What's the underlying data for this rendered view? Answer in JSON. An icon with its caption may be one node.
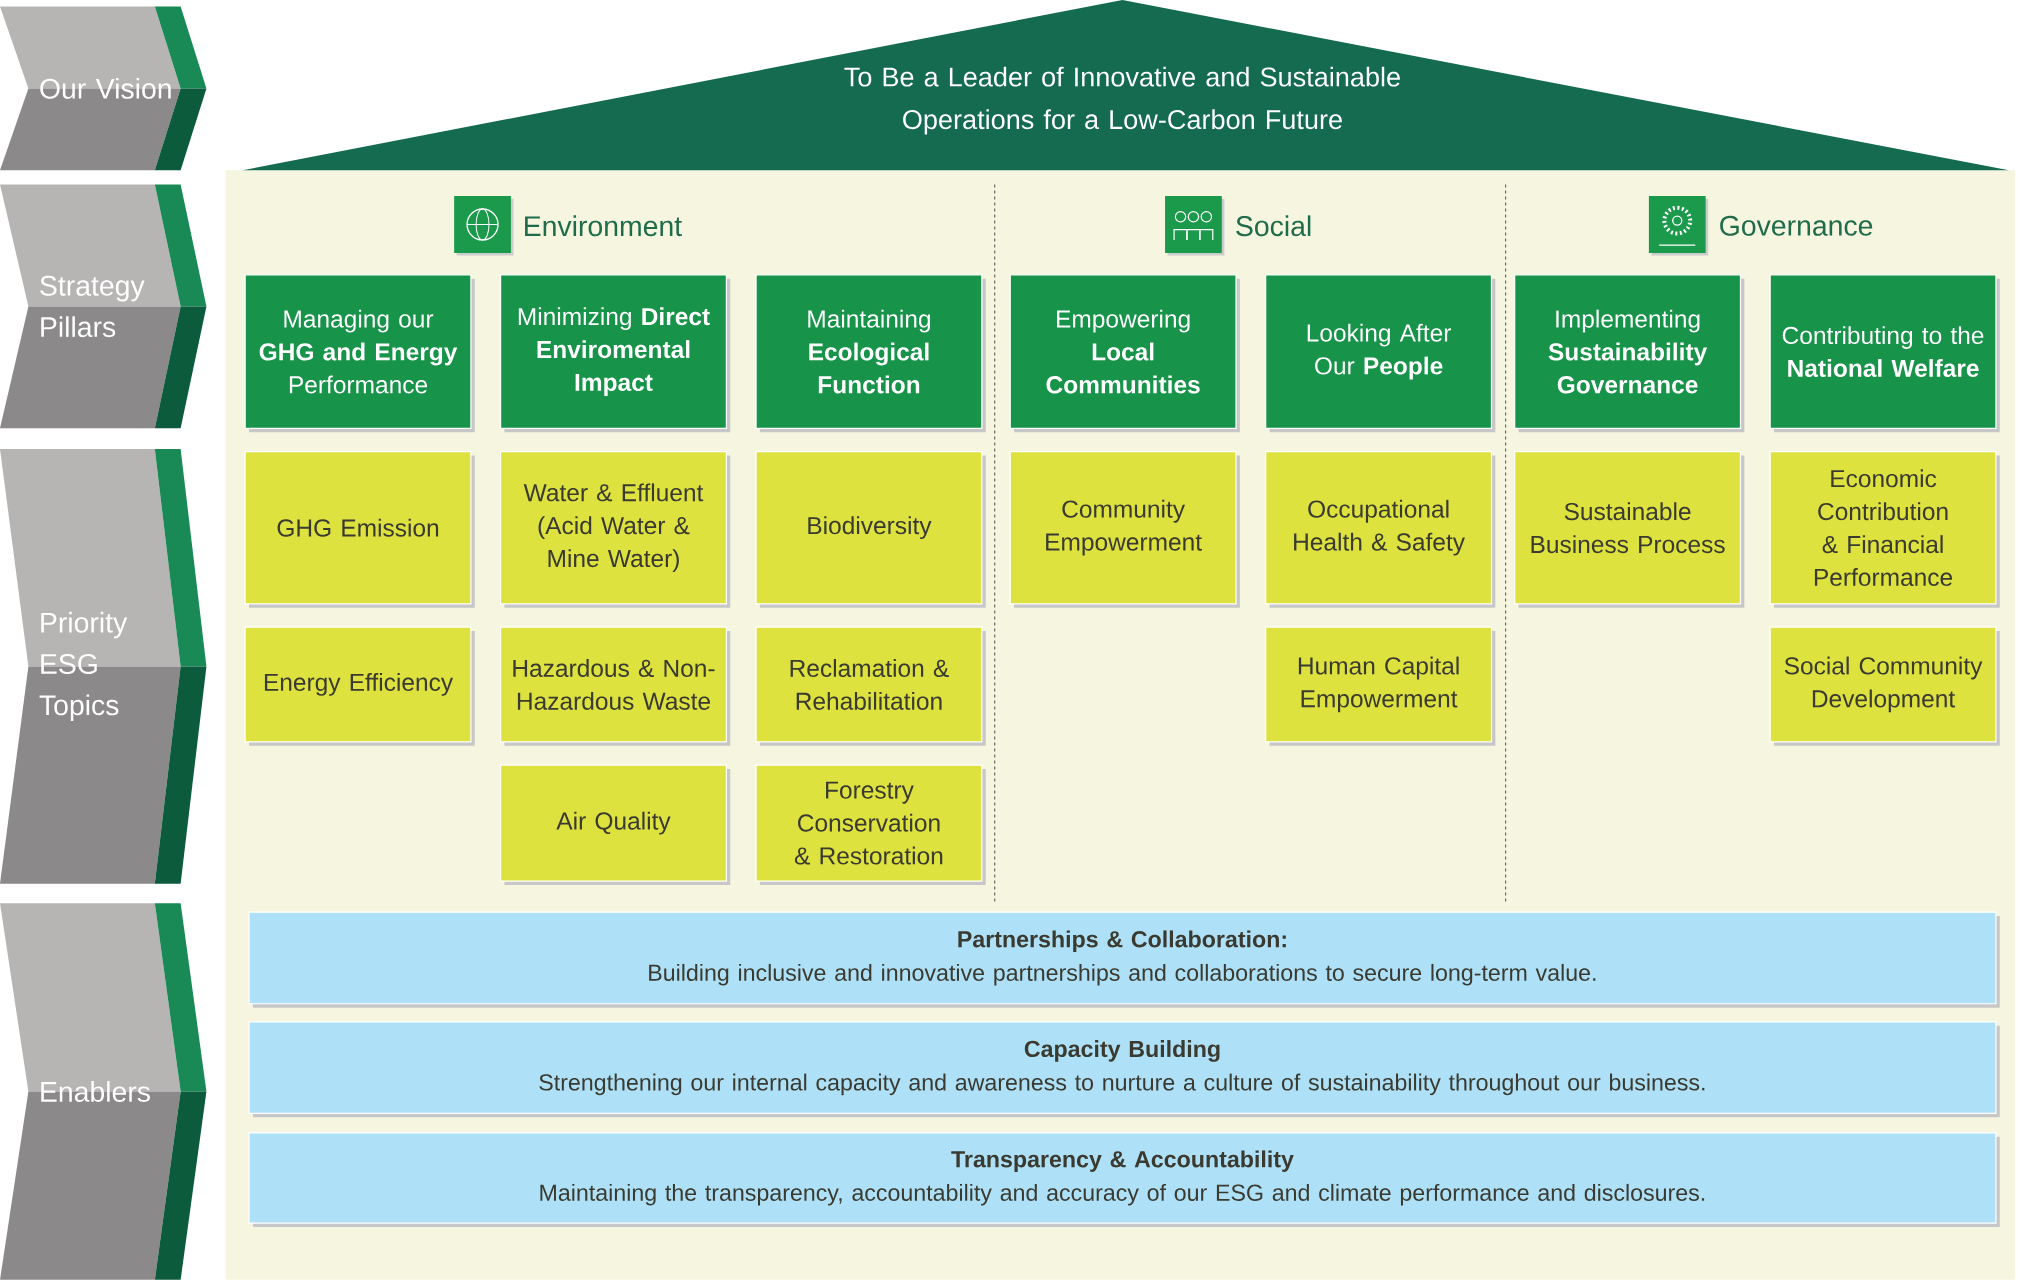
{
  "diagram": {
    "nodes": [
      {
        "text": [
          "Our Vision"
        ]
      },
      {
        "text": [
          "Strategy Pillars"
        ]
      },
      {
        "text": [
          "Priority ESG Topics"
        ]
      },
      {
        "text": [
          "Enablers"
        ]
      },
      {
        "text": [
          "To Be a Leader of Innovative and Sustainable Operations for a Low-Carbon Future"
        ]
      },
      {
        "text": [
          "Managing our **GHG and Energy** Performance"
        ]
      },
      {
        "text": [
          "Minimizing **Direct Enviromental Impact**"
        ]
      },
      {
        "text": [
          "Maintaining **Ecological Function**"
        ]
      },
      {
        "text": [
          "Empowering **Local Communities**"
        ]
      },
      {
        "text": [
          "Looking After Our **People**"
        ]
      },
      {
        "text": [
          "Implementing **Sustainability Governance**"
        ]
      },
      {
        "text": [
          "Contributing to the **National Welfare**"
        ]
      },
      {
        "text": [
          "GHG Emission"
        ]
      },
      {
        "text": [
          "Water & Effluent (Acid Water & Mine Water)"
        ]
      },
      {
        "text": [
          "Biodiversity"
        ]
      },
      {
        "text": [
          "Community Empowerment"
        ]
      },
      {
        "text": [
          "Occupational Health & Safety"
        ]
      },
      {
        "text": [
          "Sustainable Business Process"
        ]
      },
      {
        "text": [
          "Economic Contribution & Financial Performance"
        ]
      },
      {
        "text": [
          "Energy Efficiency"
        ]
      },
      {
        "text": [
          "Hazardous & Non-Hazardous Waste"
        ]
      },
      {
        "text": [
          "Reclamation & Rehabilitation"
        ]
      },
      {
        "text": [
          "Human Capital Empowerment"
        ]
      },
      {
        "text": [
          "Social Community Development"
        ]
      },
      {
        "text": [
          "Air Quality"
        ]
      },
      {
        "text": [
          "Forestry Conservation & Restoration"
        ]
      },
      {
        "text": [
          "Partnerships & Collaboration:",
          "Building inclusive and innovative partnerships and collaborations to secure long-term value."
        ]
      },
      {
        "text": [
          "Capacity Building",
          "Strengthening our internal capacity and awareness to nurture a culture of sustainability throughout our business."
        ]
      },
      {
        "text": [
          "Transparency & Accountability",
          "Maintaining the transparency, accountability and accuracy of our ESG and climate performance and disclosures."
        ]
      }
    ],
    "labels": [
      "Environment",
      "Social",
      "Governance"
    ]
  }
}
